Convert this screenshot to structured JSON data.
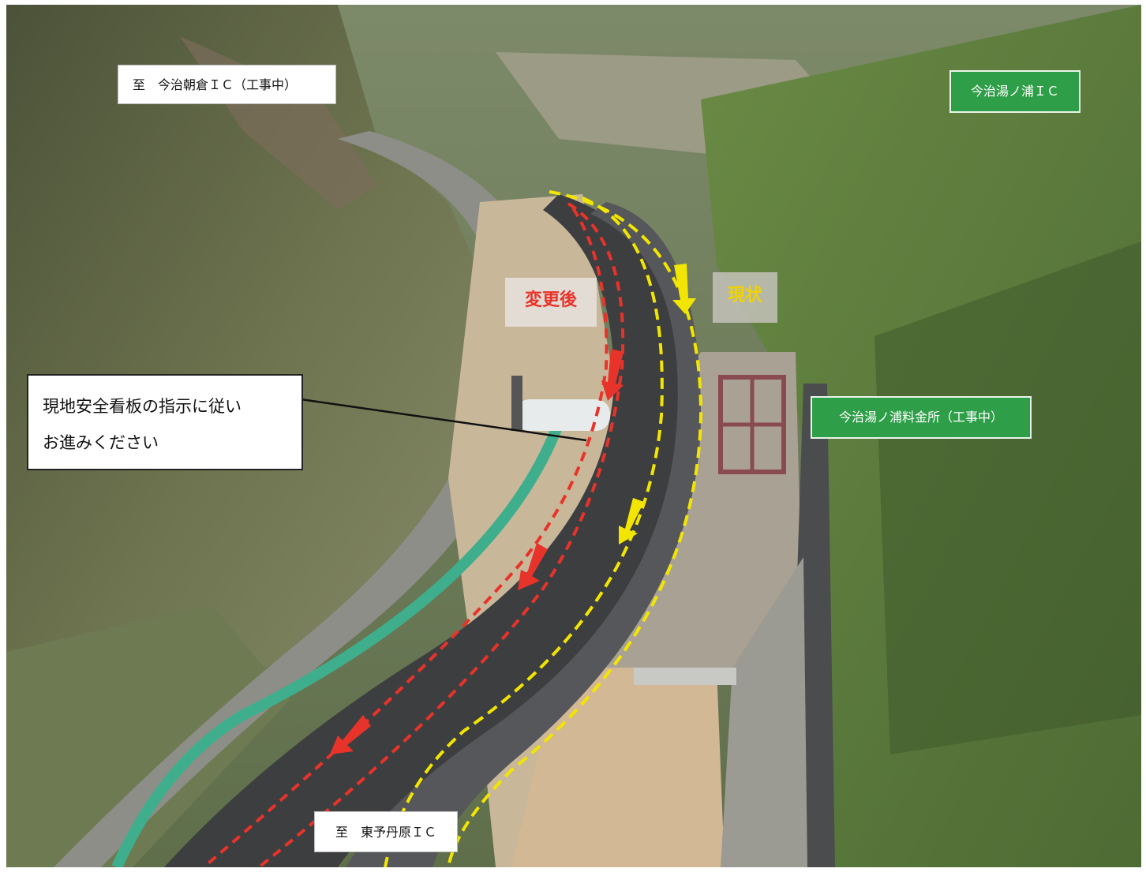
{
  "labels": {
    "to_imabari_asakura": "至　今治朝倉ＩＣ（工事中）",
    "imabari_yunoura_ic": "今治湯ノ浦ＩＣ",
    "after_change": "変更後",
    "current": "現状",
    "notice_line1": "現地安全看板の指示に従い",
    "notice_line2": "お進みください",
    "tollgate": "今治湯ノ浦料金所（工事中）",
    "to_toyo_tanbara": "至　東予丹原ＩＣ"
  },
  "colors": {
    "after_change_route": "#e8332a",
    "current_route": "#f2e600",
    "label_green": "#2e9e48",
    "label_red_text": "#e8332a",
    "label_yellow_text": "#f0d300"
  }
}
